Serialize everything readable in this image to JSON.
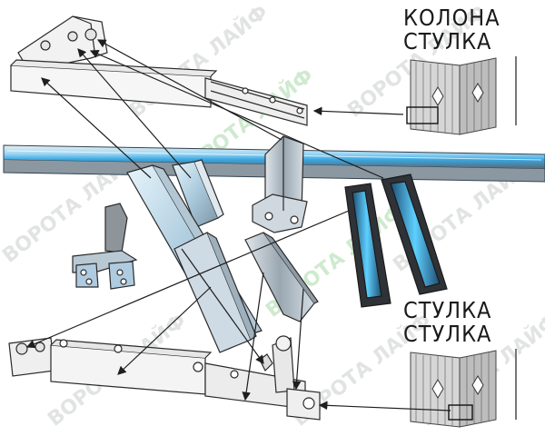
{
  "labels": {
    "top_line1": "КОЛОНА",
    "top_line2": "СТУЛКА",
    "bottom_line1": "СТУЛКА",
    "bottom_line2": "СТУЛКА"
  },
  "watermark": "ВОРОТА ЛАЙФ",
  "colors": {
    "accent": "#4fb4e8",
    "metal": "#b9c4cc",
    "dark_metal": "#2c2f33",
    "outline": "#1e1e1e",
    "watermark": "#d0d4d2",
    "watermark_green": "#c2e4c2"
  }
}
